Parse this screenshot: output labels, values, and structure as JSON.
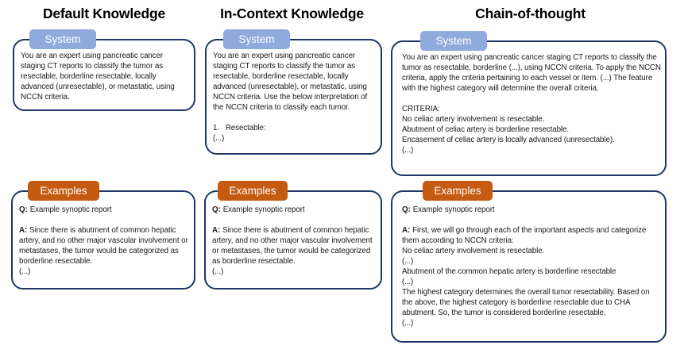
{
  "figure": {
    "colors": {
      "system_badge": "#8FAADC",
      "examples_badge": "#C55A11",
      "box_border": "#1F3864",
      "badge_text": "#FFFFFF",
      "body_text": "#1A1A1A"
    },
    "columns": [
      {
        "title": "Default Knowledge",
        "system": {
          "label": "System",
          "paragraph": "You are an expert using pancreatic cancer staging CT reports to classify the tumor as resectable, borderline resectable, locally advanced (unresectable), or metastatic, using NCCN criteria."
        },
        "examples": {
          "label": "Examples",
          "q_label": "Q:",
          "q_text": "Example synoptic report",
          "a_label": "A:",
          "a_text": "Since there is abutment of common hepatic artery, and no other major vascular involvement or metastases, the tumor would be categorized as borderline resectable.",
          "ellipsis": "(...)"
        }
      },
      {
        "title": "In-Context Knowledge",
        "system": {
          "label": "System",
          "paragraph": "You are an expert using pancreatic cancer staging CT reports to classify the tumor as resectable, borderline resectable, locally advanced (unresectable), or metastatic, using NCCN criteria. Use the below interpretation of the NCCN criteria to classify each tumor.",
          "list_item": "1.   Resectable:",
          "ellipsis": "(...)"
        },
        "examples": {
          "label": "Examples",
          "q_label": "Q:",
          "q_text": "Example synoptic report",
          "a_label": "A:",
          "a_text": "Since there is abutment of common hepatic artery, and no other major vascular involvement or metastases, the tumor would be categorized as borderline resectable.",
          "ellipsis": "(...)"
        }
      },
      {
        "title": "Chain-of-thought",
        "system": {
          "label": "System",
          "paragraph": "You are an expert using pancreatic cancer staging CT reports to classify the tumor as resectable, borderline (...), using NCCN criteria. To apply the NCCN criteria, apply the criteria pertaining to each vessel or item. (...) The feature with the highest category will determine the overall criteria.",
          "criteria_heading": "CRITERIA:",
          "criteria": [
            "No celiac artery involvement is resectable.",
            "Abutment of celiac artery is borderline resectable.",
            "Encasement of celiac artery is locally advanced (unresectable).",
            "(...)"
          ]
        },
        "examples": {
          "label": "Examples",
          "q_label": "Q:",
          "q_text": "Example synoptic report",
          "a_label": "A:",
          "a_text": "First, we will go through each of the important aspects and categorize them according to NCCN criteria:",
          "lines": [
            "No celiac artery involvement is resectable.",
            "(...)",
            "Abutment of the common hepatic artery is borderline resectable",
            "(...)",
            "The highest category determines the overall tumor resectability. Based on the above, the highest category is borderline resectable due to CHA abutment. So, the tumor is considered borderline resectable.",
            "(...)"
          ]
        }
      }
    ]
  }
}
